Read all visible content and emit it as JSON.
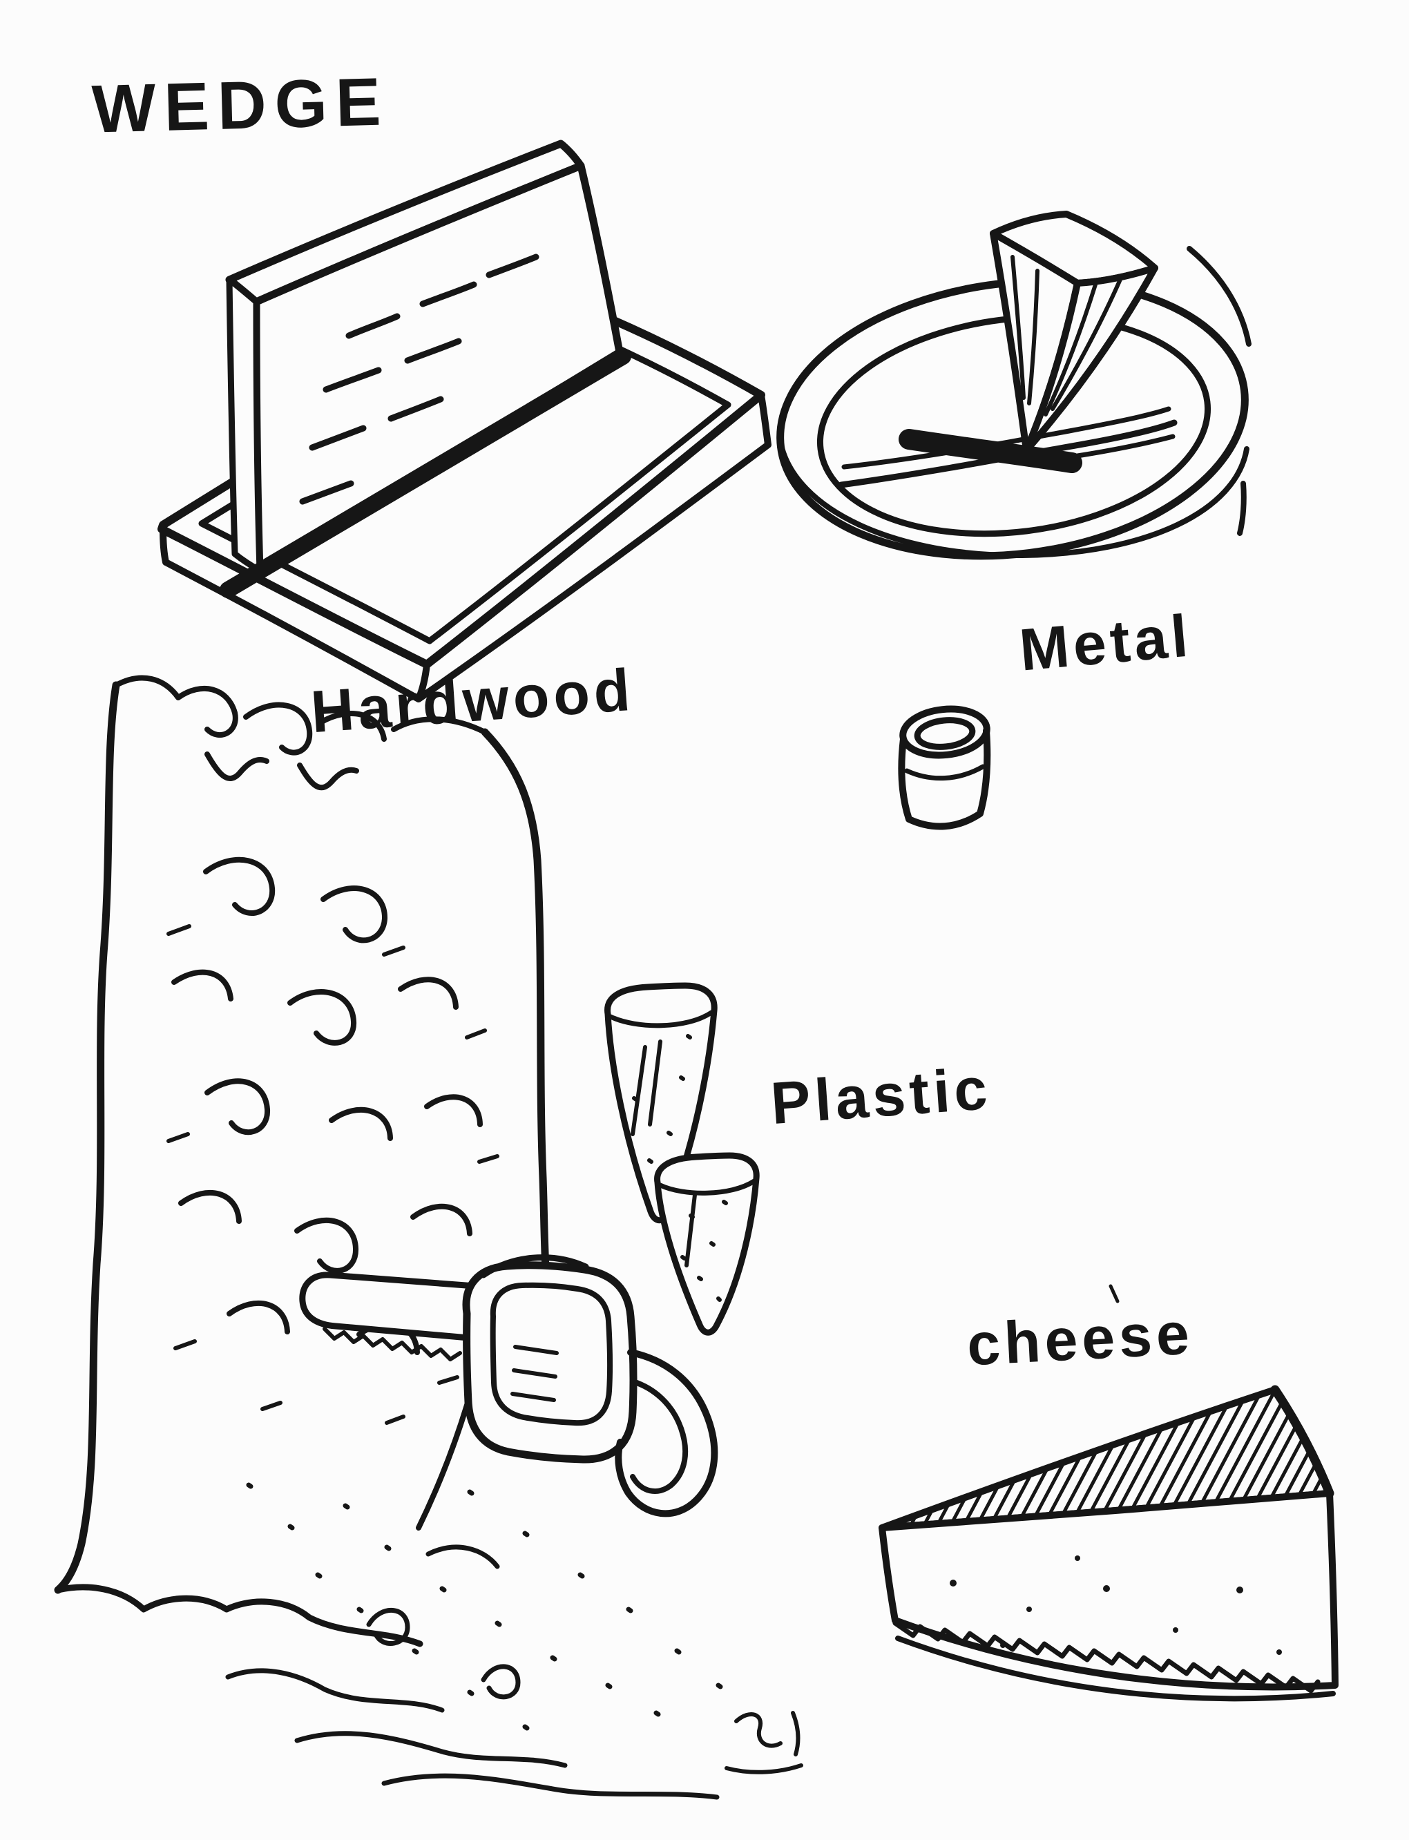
{
  "page": {
    "background": "#fcfcfc",
    "ink": "#161616",
    "title": "WEDGE"
  },
  "labels": {
    "hardwood": "Hardwood",
    "metal": "Metal",
    "plastic": "Plastic",
    "cheese": "cheese"
  },
  "figures": {
    "hardwood": "hardwood-wedge-in-slotted-block",
    "metal": "metal-splitting-wedge-in-stump",
    "small_cylinder": "small-metal-sleeve",
    "tree": "tree-trunk-with-bark",
    "chainsaw": "chainsaw-cutting-trunk",
    "plastic": "plastic-felling-wedges",
    "cheese": "cheese-wedge"
  }
}
